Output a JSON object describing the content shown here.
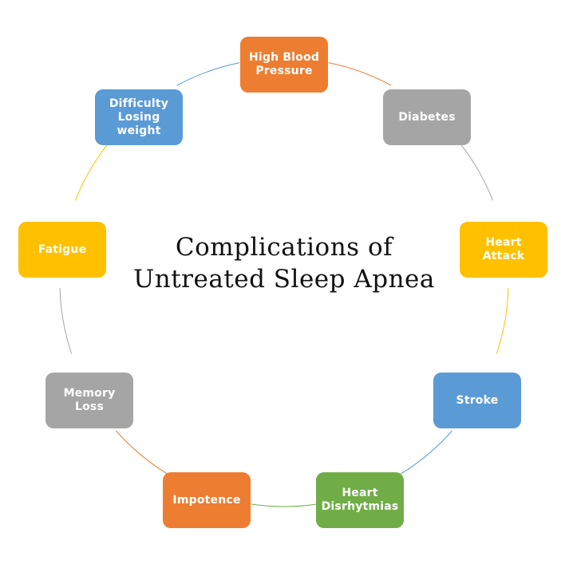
{
  "title": "Complications of Untreated Sleep Apnea",
  "nodes": [
    {
      "label": "High Blood Pressure",
      "color": "#ED7D31"
    },
    {
      "label": "Diabetes",
      "color": "#A5A5A5"
    },
    {
      "label": "Heart Attack",
      "color": "#FFC000"
    },
    {
      "label": "Stroke",
      "color": "#5B9BD5"
    },
    {
      "label": "Heart Disrhytmias",
      "color": "#70AD47"
    },
    {
      "label": "Impotence",
      "color": "#ED7D31"
    },
    {
      "label": "Memory Loss",
      "color": "#A5A5A5"
    },
    {
      "label": "Fatigue",
      "color": "#FFC000"
    },
    {
      "label": "Difficulty Losing weight",
      "color": "#5B9BD5"
    }
  ]
}
